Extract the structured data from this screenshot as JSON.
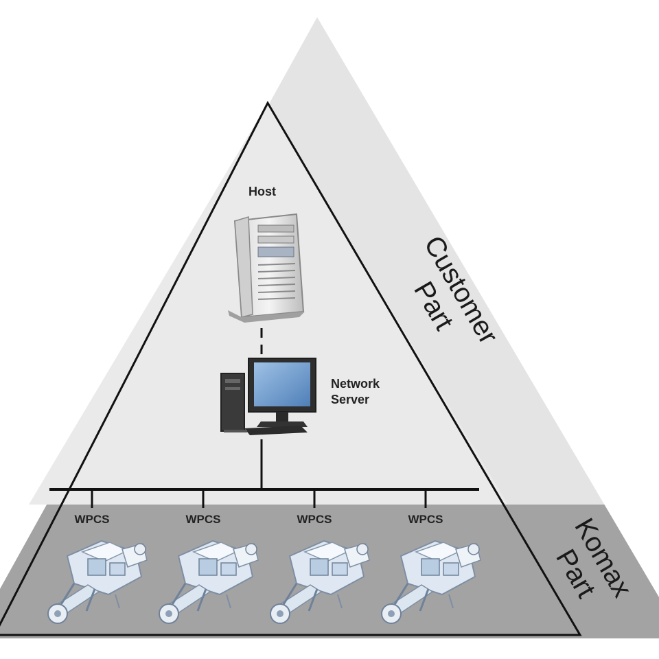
{
  "labels": {
    "host": "Host",
    "network_server_line1": "Network",
    "network_server_line2": "Server",
    "wpcs": [
      "WPCS",
      "WPCS",
      "WPCS",
      "WPCS"
    ],
    "customer_part_line1": "Customer",
    "customer_part_line2": "Part",
    "komax_part_line1": "Komax",
    "komax_part_line2": "Part"
  },
  "colors": {
    "background": "#ffffff",
    "outer_triangle": "#e4e4e4",
    "inner_triangle": "#e9e9e9",
    "komax_band": "#a3a3a3",
    "lines": "#111111"
  },
  "icons": {
    "host": "server-tower-icon",
    "network_server": "desktop-computer-icon",
    "wpcs": "wire-processing-machine-icon"
  }
}
